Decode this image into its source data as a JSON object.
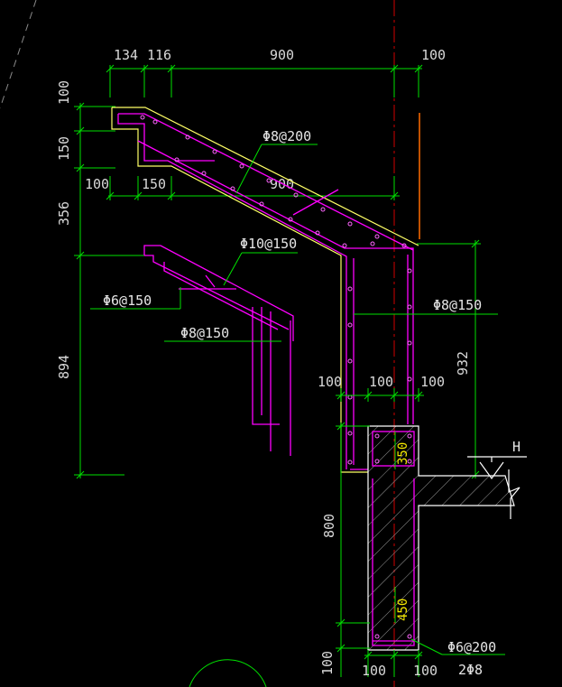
{
  "colors": {
    "background": "#000000",
    "dimension": "#00e000",
    "rebar": "#ff00ff",
    "outline": "#ffff66",
    "axis": "#e00000",
    "text": "#e6e6e6",
    "hatch": "#bfbfbf"
  },
  "dimensions": {
    "top_134": "134",
    "top_116": "116",
    "top_900": "900",
    "top_100": "100",
    "mid_100": "100",
    "mid_150": "150",
    "mid_900": "900",
    "left_100": "100",
    "left_150": "150",
    "left_356": "356",
    "left_894": "894",
    "right_932": "932",
    "wall_100_a": "100",
    "wall_100_b": "100",
    "wall_100_c": "100",
    "beam_350": "350",
    "beam_800": "800",
    "beam_450": "450",
    "bot_100_left": "100",
    "bot_100_a": "100",
    "bot_100_b": "100"
  },
  "labels": {
    "slab_rebar": "Φ8@200",
    "detail_rebar": "Φ10@150",
    "detail_stirrup_6": "Φ6@150",
    "detail_stirrup_8": "Φ8@150",
    "wall_rebar": "Φ8@150",
    "beam_stirrup": "Φ6@200",
    "beam_bars": "2Φ8",
    "elevation_mark": "H"
  }
}
